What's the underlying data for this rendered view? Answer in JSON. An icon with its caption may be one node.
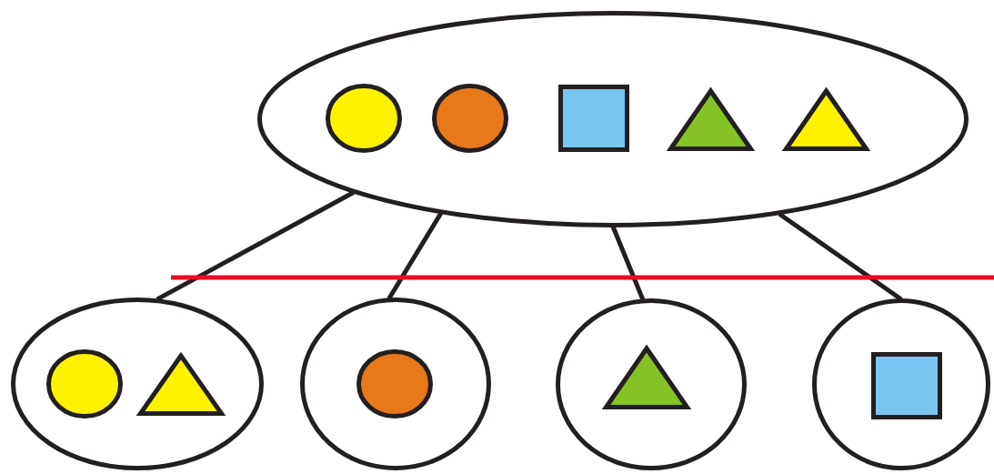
{
  "diagram": {
    "nodes": [
      {
        "text": [],
        "shape": "ellipse"
      },
      {
        "text": [],
        "shape": "circle",
        "in": 0
      },
      {
        "text": [],
        "shape": "circle",
        "in": 0
      },
      {
        "text": [],
        "shape": "box",
        "in": 0
      },
      {
        "text": [],
        "shape": "triangle",
        "in": 0
      },
      {
        "text": [],
        "shape": "triangle",
        "in": 0
      },
      {
        "text": [],
        "shape": "ellipse"
      },
      {
        "text": [],
        "shape": "circle",
        "in": 6
      },
      {
        "text": [],
        "shape": "triangle",
        "in": 6
      },
      {
        "text": [],
        "shape": "ellipse"
      },
      {
        "text": [],
        "shape": "circle",
        "in": 9
      },
      {
        "text": [],
        "shape": "ellipse"
      },
      {
        "text": [],
        "shape": "triangle",
        "in": 11
      },
      {
        "text": [],
        "shape": "ellipse"
      },
      {
        "text": [],
        "shape": "box",
        "in": 13
      }
    ],
    "edges": [
      {
        "from": 0,
        "to": 6,
        "arrow": "none"
      },
      {
        "from": 0,
        "to": 9,
        "arrow": "none"
      },
      {
        "from": 0,
        "to": 11,
        "arrow": "none"
      },
      {
        "from": 0,
        "to": 13,
        "arrow": "none"
      }
    ]
  }
}
